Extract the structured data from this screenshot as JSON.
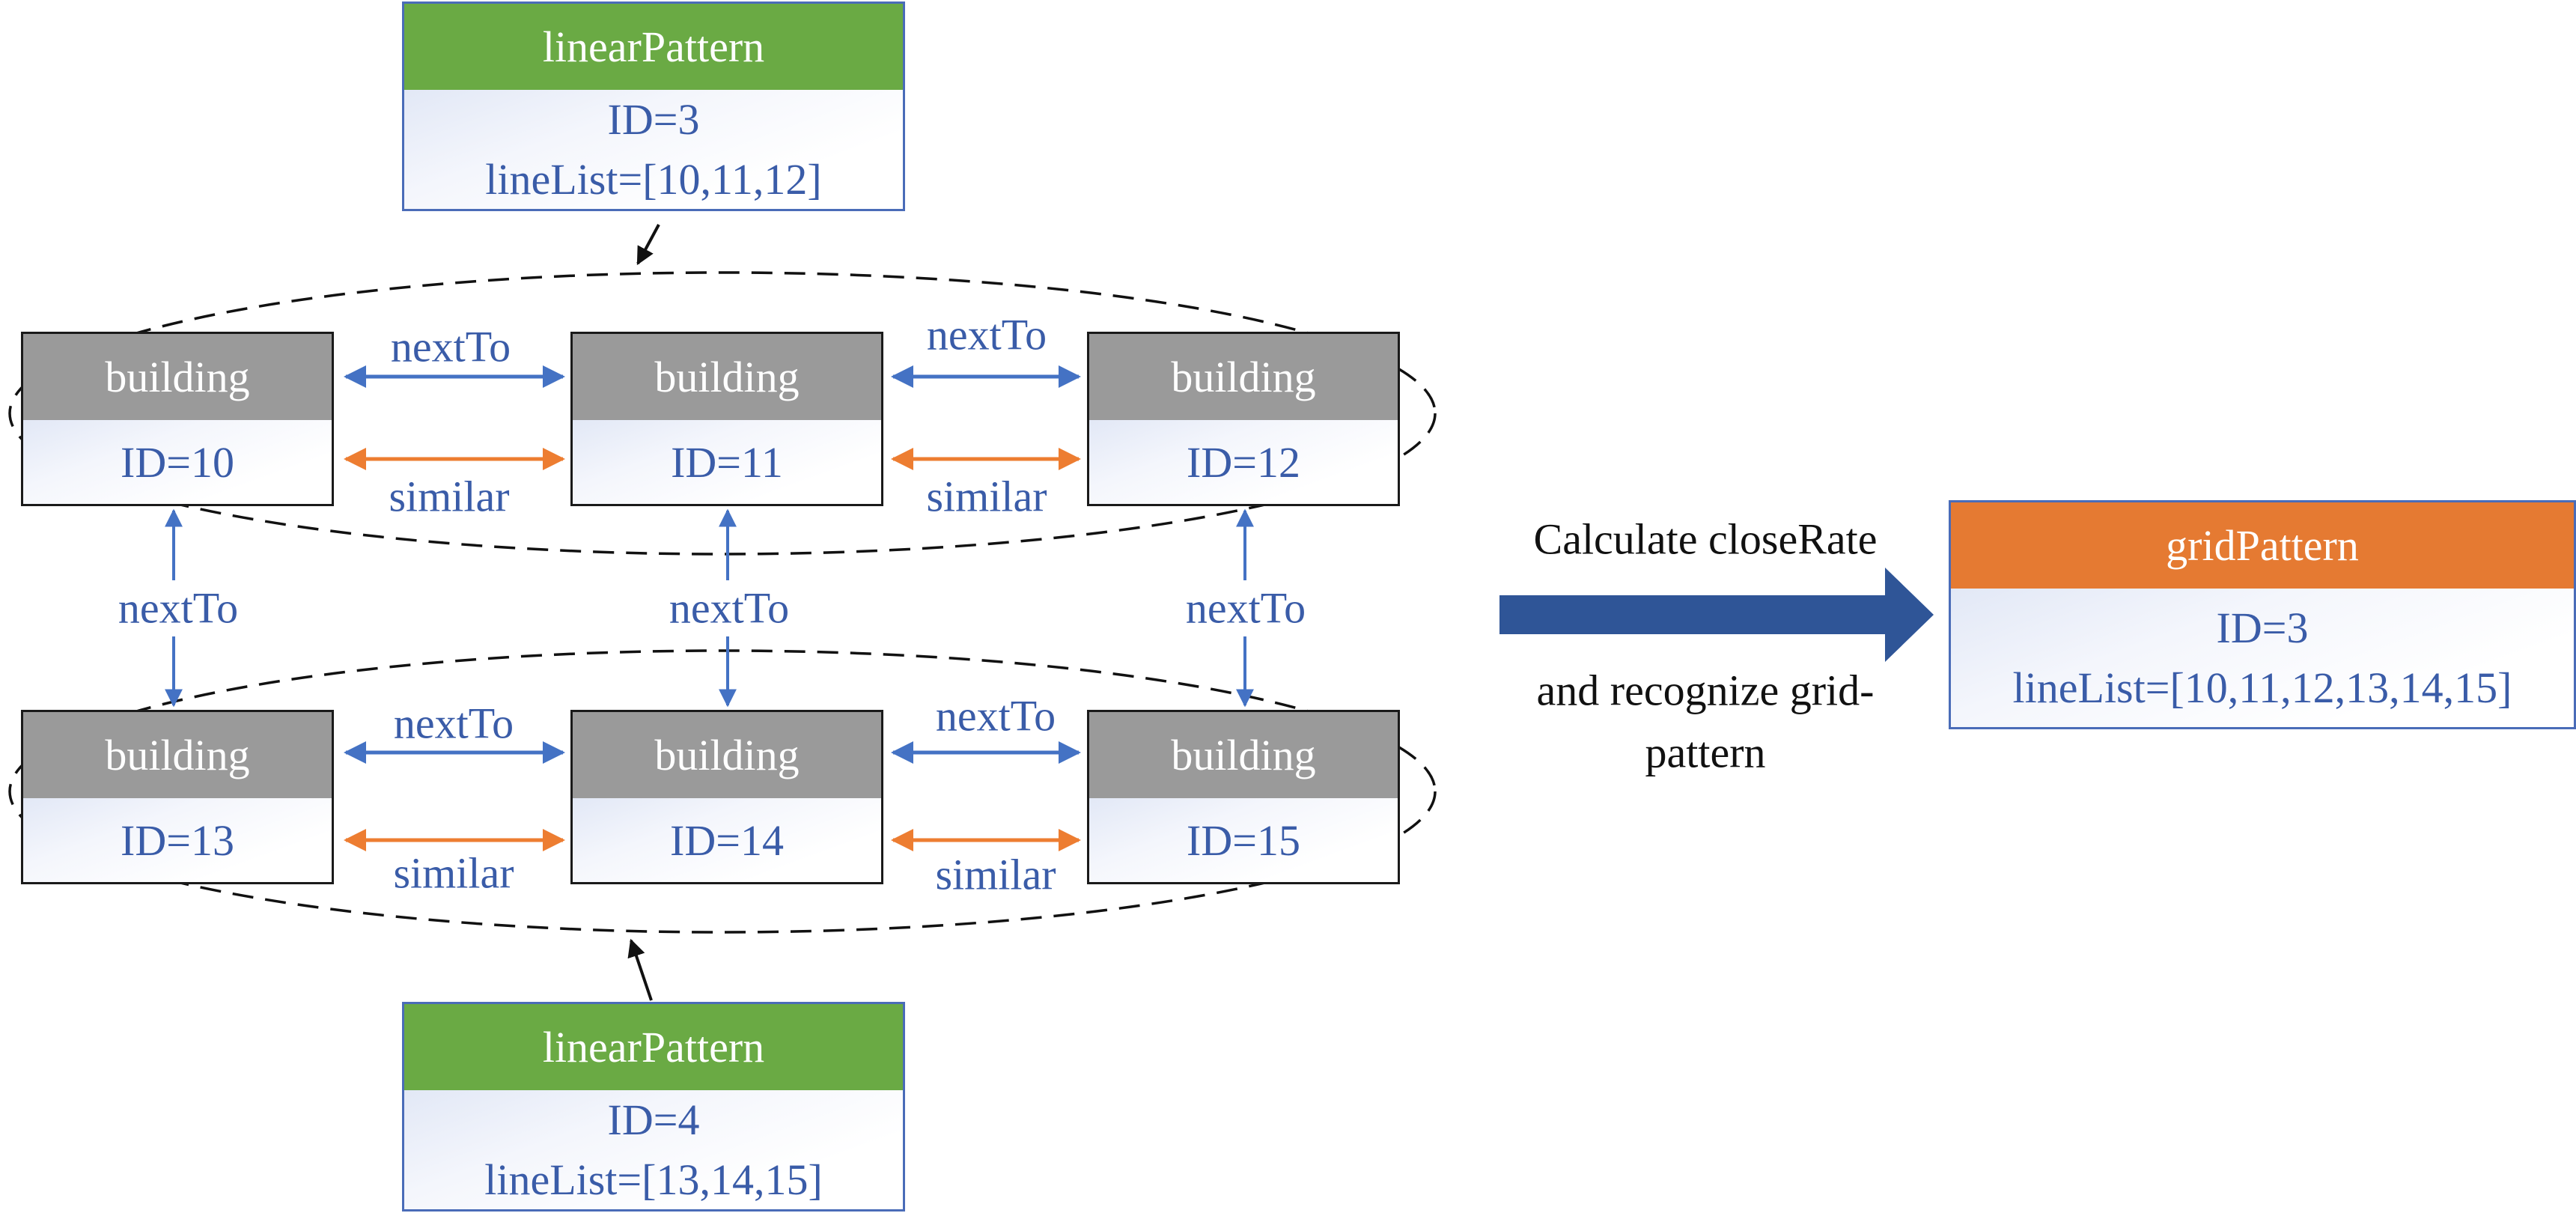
{
  "colors": {
    "building_header": "#9a9a9a",
    "linear_header": "#6aaa44",
    "grid_header": "#e57a32",
    "relation_blue": "#4472c4",
    "similar_orange": "#ed7d31",
    "big_arrow": "#2f5597",
    "text_blue": "#3a5ca8"
  },
  "buildings": [
    {
      "header": "building",
      "id": "ID=10"
    },
    {
      "header": "building",
      "id": "ID=11"
    },
    {
      "header": "building",
      "id": "ID=12"
    },
    {
      "header": "building",
      "id": "ID=13"
    },
    {
      "header": "building",
      "id": "ID=14"
    },
    {
      "header": "building",
      "id": "ID=15"
    }
  ],
  "linear_patterns": [
    {
      "header": "linearPattern",
      "id": "ID=3",
      "line_list": "lineList=[10,11,12]"
    },
    {
      "header": "linearPattern",
      "id": "ID=4",
      "line_list": "lineList=[13,14,15]"
    }
  ],
  "grid_pattern": {
    "header": "gridPattern",
    "id": "ID=3",
    "line_list": "lineList=[10,11,12,13,14,15]"
  },
  "relations": {
    "next_to": "nextTo",
    "similar": "similar"
  },
  "process": {
    "line1": "Calculate closeRate",
    "line2": "and recognize grid-",
    "line3": "pattern"
  }
}
